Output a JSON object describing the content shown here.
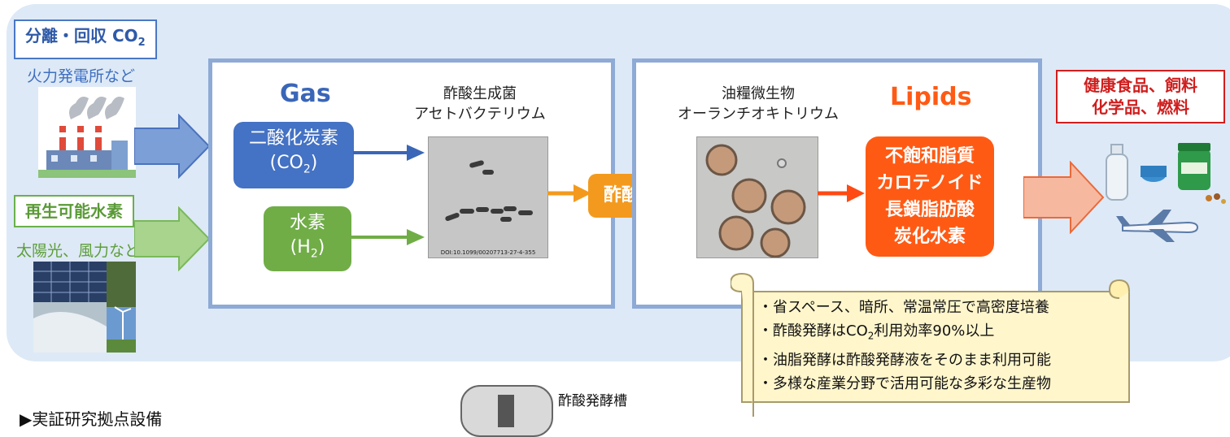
{
  "sources": {
    "co2_title": "分離・回収 CO",
    "co2_sub": "2",
    "co2_caption": "火力発電所など",
    "h2_title": "再生可能水素",
    "h2_caption": "太陽光、風力など"
  },
  "gas_panel": {
    "title": "Gas",
    "microbe_line1": "酢酸生成菌",
    "microbe_line2": "アセトバクテリウム",
    "co2_node_line1": "二酸化炭素",
    "co2_node_line2a": "(CO",
    "co2_node_line2sub": "2",
    "co2_node_line2b": ")",
    "h2_node_line1": "水素",
    "h2_node_line2a": "(H",
    "h2_node_line2sub": "2",
    "h2_node_line2b": ")",
    "doi": "DOI:10.1099/00207713-27-4-355"
  },
  "acetic_acid": "酢酸",
  "lipid_panel": {
    "title": "Lipids",
    "microbe_line1": "油糧微生物",
    "microbe_line2": "オーランチオキトリウム",
    "products": [
      "不飽和脂質",
      "カロテノイド",
      "長鎖脂肪酸",
      "炭化水素"
    ]
  },
  "outputs": {
    "line1": "健康食品、飼料",
    "line2": "化学品、燃料"
  },
  "notes": [
    {
      "a": "・省スペース、暗所、常温常圧で高密度培養",
      "sub": "",
      "b": ""
    },
    {
      "a": "・酢酸発酵はCO",
      "sub": "2",
      "b": "利用効率90%以上"
    },
    {
      "a": "・油脂発酵は酢酸発酵液をそのまま利用可能",
      "sub": "",
      "b": ""
    },
    {
      "a": "・多様な産業分野で活用可能な多彩な生産物",
      "sub": "",
      "b": ""
    }
  ],
  "bottom": {
    "section_label": "▶実証研究拠点設備",
    "tank_label": "酢酸発酵槽"
  },
  "colors": {
    "blue_node": "#4472c4",
    "green_node": "#70ad47",
    "orange": "#f39a1e",
    "red": "#ff5a14",
    "panel_bg": "#dde9f6"
  }
}
